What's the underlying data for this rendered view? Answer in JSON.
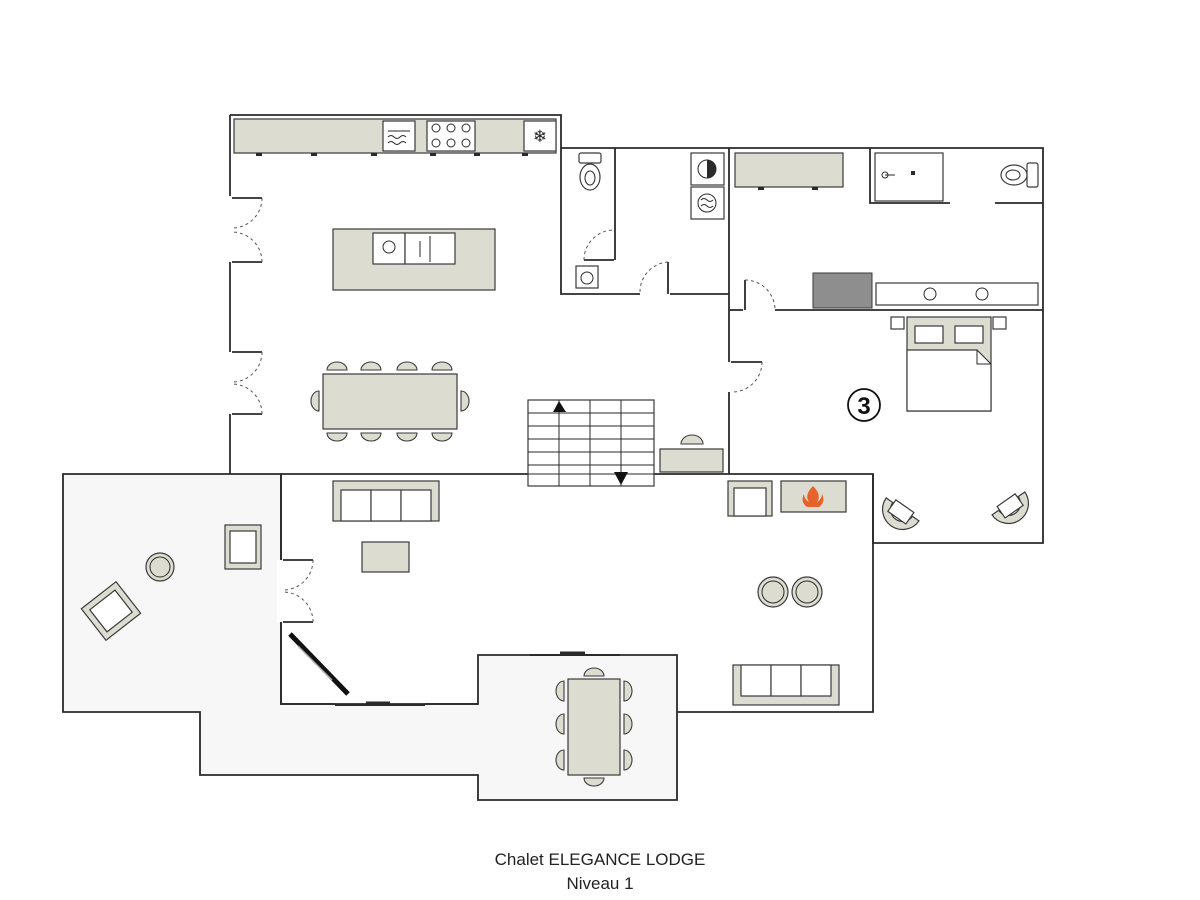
{
  "floorplan": {
    "title": "Chalet ELEGANCE LODGE",
    "level": "Niveau 1",
    "room_labels": [
      "3"
    ],
    "icons": [
      "oven-icon",
      "cooktop-icon",
      "freezer-icon",
      "toilet-icon",
      "dryer-icon",
      "washer-icon",
      "sink-icon",
      "fireplace-icon",
      "bed-icon",
      "stairs-icon"
    ],
    "colors": {
      "furniture": "#dcdcd0",
      "terrace": "#f7f7f7",
      "wall": "#2a2a2a",
      "fire": "#e8632b",
      "shower_tray": "#8e8e8e"
    }
  }
}
